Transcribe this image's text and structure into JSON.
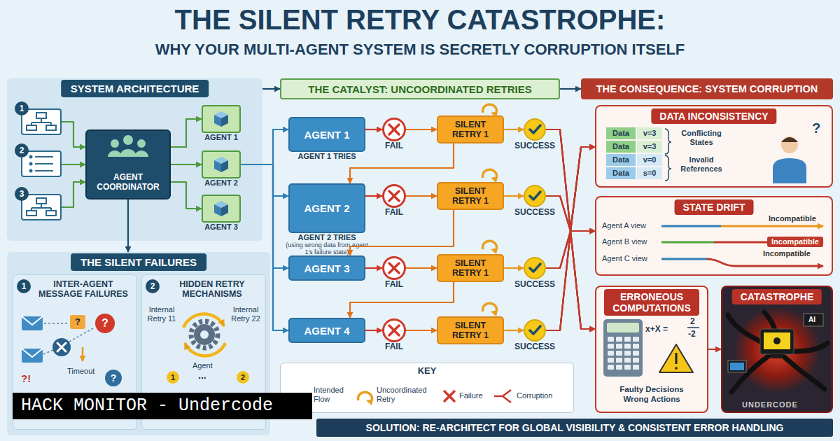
{
  "diagram": {
    "title": "THE SILENT RETRY CATASTROPHE:",
    "nodes": [
      {
        "text": [
          "SYSTEM ARCHITECTURE"
        ]
      },
      {
        "text": [
          "1"
        ],
        "in": 0
      },
      {
        "text": [
          "2"
        ],
        "in": 0
      },
      {
        "text": [
          "3"
        ],
        "in": 0
      },
      {
        "text": [
          "AGENT COORDINATOR"
        ],
        "in": 0
      },
      {
        "text": [
          "AGENT 1"
        ],
        "in": 0
      },
      {
        "text": [
          "AGENT 2"
        ],
        "in": 0
      },
      {
        "text": [
          "AGENT 3"
        ],
        "in": 0
      },
      {
        "text": [
          "THE SILENT FAILURES"
        ]
      },
      {
        "text": [
          "INTER-AGENT MESSAGE FAILURES"
        ],
        "in": 8
      },
      {
        "text": [
          "HIDDEN RETRY MECHANISMS"
        ],
        "in": 8
      },
      {
        "text": [
          "THE CATALYST: UNCOORDINATED RETRIES"
        ]
      },
      {
        "text": [
          "THE CONSEQUENCE: SYSTEM CORRUPTION"
        ]
      },
      {
        "text": [
          "AGENT 1",
          "AGENT 1 TRIES"
        ]
      },
      {
        "text": [
          "FAIL"
        ]
      },
      {
        "text": [
          "SILENT RETRY 1"
        ]
      },
      {
        "text": [
          "SUCCESS"
        ]
      },
      {
        "text": [
          "AGENT 2",
          "AGENT 2 TRIES",
          "(using wrong data from Agent 1's failure state)"
        ]
      },
      {
        "text": [
          "FAIL"
        ]
      },
      {
        "text": [
          "SILENT RETRY 1"
        ]
      },
      {
        "text": [
          "SUCCESS"
        ]
      },
      {
        "text": [
          "AGENT 3"
        ]
      },
      {
        "text": [
          "FAIL"
        ]
      },
      {
        "text": [
          "SILENT RETRY 1"
        ]
      },
      {
        "text": [
          "SUCCESS"
        ]
      },
      {
        "text": [
          "AGENT 4"
        ]
      },
      {
        "text": [
          "FAIL"
        ]
      },
      {
        "text": [
          "SILENT RETRY 1"
        ]
      },
      {
        "text": [
          "SUCCESS"
        ]
      },
      {
        "text": [
          "KEY"
        ]
      },
      {
        "text": [
          "DATA INCONSISTENCY"
        ]
      },
      {
        "text": [
          "STATE DRIFT"
        ]
      },
      {
        "text": [
          "ERRONEOUS COMPUTATIONS",
          "Faulty Decisions Wrong Actions"
        ]
      },
      {
        "text": [
          "CATASTROPHE"
        ]
      },
      {
        "text": [
          "SOLUTION: RE-ARCHITECT FOR GLOBAL VISIBILITY & CONSISTENT ERROR HANDLING"
        ]
      }
    ],
    "edges": [
      {
        "from": 1,
        "to": 4,
        "arrow": "to"
      },
      {
        "from": 2,
        "to": 4,
        "arrow": "to"
      },
      {
        "from": 3,
        "to": 4,
        "arrow": "to"
      },
      {
        "from": 4,
        "to": 5,
        "arrow": "to"
      },
      {
        "from": 4,
        "to": 6,
        "arrow": "to"
      },
      {
        "from": 4,
        "to": 7,
        "arrow": "to"
      },
      {
        "from": 4,
        "to": 8,
        "arrow": "to"
      },
      {
        "from": 0,
        "to": 11,
        "arrow": "to"
      },
      {
        "from": 11,
        "to": 12,
        "arrow": "to"
      },
      {
        "from": 6,
        "to": 13,
        "arrow": "to"
      },
      {
        "from": 6,
        "to": 17,
        "arrow": "to"
      },
      {
        "from": 6,
        "to": 21,
        "arrow": "to"
      },
      {
        "from": 6,
        "to": 25,
        "arrow": "to"
      },
      {
        "from": 13,
        "to": 14,
        "arrow": "to"
      },
      {
        "from": 14,
        "to": 15,
        "arrow": "to"
      },
      {
        "from": 15,
        "to": 16,
        "arrow": "to"
      },
      {
        "from": 17,
        "to": 18,
        "arrow": "to"
      },
      {
        "from": 18,
        "to": 19,
        "arrow": "to"
      },
      {
        "from": 19,
        "to": 20,
        "arrow": "to"
      },
      {
        "from": 21,
        "to": 22,
        "arrow": "to"
      },
      {
        "from": 22,
        "to": 23,
        "arrow": "to"
      },
      {
        "from": 23,
        "to": 24,
        "arrow": "to"
      },
      {
        "from": 25,
        "to": 26,
        "arrow": "to"
      },
      {
        "from": 26,
        "to": 27,
        "arrow": "to"
      },
      {
        "from": 27,
        "to": 28,
        "arrow": "to"
      },
      {
        "from": 15,
        "to": 17,
        "arrow": "to"
      },
      {
        "from": 19,
        "to": 21,
        "arrow": "to"
      },
      {
        "from": 23,
        "to": 25,
        "arrow": "to"
      },
      {
        "from": 16,
        "to": 30,
        "arrow": "to"
      },
      {
        "from": 16,
        "to": 31,
        "arrow": "to"
      },
      {
        "from": 16,
        "to": 32,
        "arrow": "to"
      },
      {
        "from": 20,
        "to": 30,
        "arrow": "to"
      },
      {
        "from": 20,
        "to": 31,
        "arrow": "to"
      },
      {
        "from": 20,
        "to": 32,
        "arrow": "to"
      },
      {
        "from": 24,
        "to": 30,
        "arrow": "to"
      },
      {
        "from": 24,
        "to": 31,
        "arrow": "to"
      },
      {
        "from": 24,
        "to": 32,
        "arrow": "to"
      },
      {
        "from": 28,
        "to": 30,
        "arrow": "to"
      },
      {
        "from": 28,
        "to": 31,
        "arrow": "to"
      },
      {
        "from": 28,
        "to": 32,
        "arrow": "to"
      },
      {
        "from": 32,
        "to": 33,
        "arrow": "to"
      }
    ],
    "labels": [
      "WHY YOUR MULTI-AGENT SYSTEM IS SECRETLY CORRUPTION ITSELF",
      "1",
      "2",
      "?",
      "?",
      "?!",
      "Timeout",
      "?",
      "Internal Retry 11",
      "Internal Retry 22",
      "Agent",
      "1",
      "2",
      "...",
      "Data",
      "v=3",
      "Data",
      "v=3",
      "Data",
      "v=0",
      "Data",
      "s=0",
      "Conflicting States",
      "Invalid References",
      "?",
      "Agent A view",
      "Agent B view",
      "Agent C view",
      "Incompatible",
      "Incompatible",
      "Incompatible",
      "x+X =",
      "2",
      "-2",
      "AI",
      "UNDERCODE",
      "HACK MONITOR - Undercode"
    ],
    "legend": [
      {
        "text": "Intended Flow"
      },
      {
        "text": "Uncoordinated Retry"
      },
      {
        "text": "Failure"
      },
      {
        "text": "Corruption"
      }
    ]
  }
}
